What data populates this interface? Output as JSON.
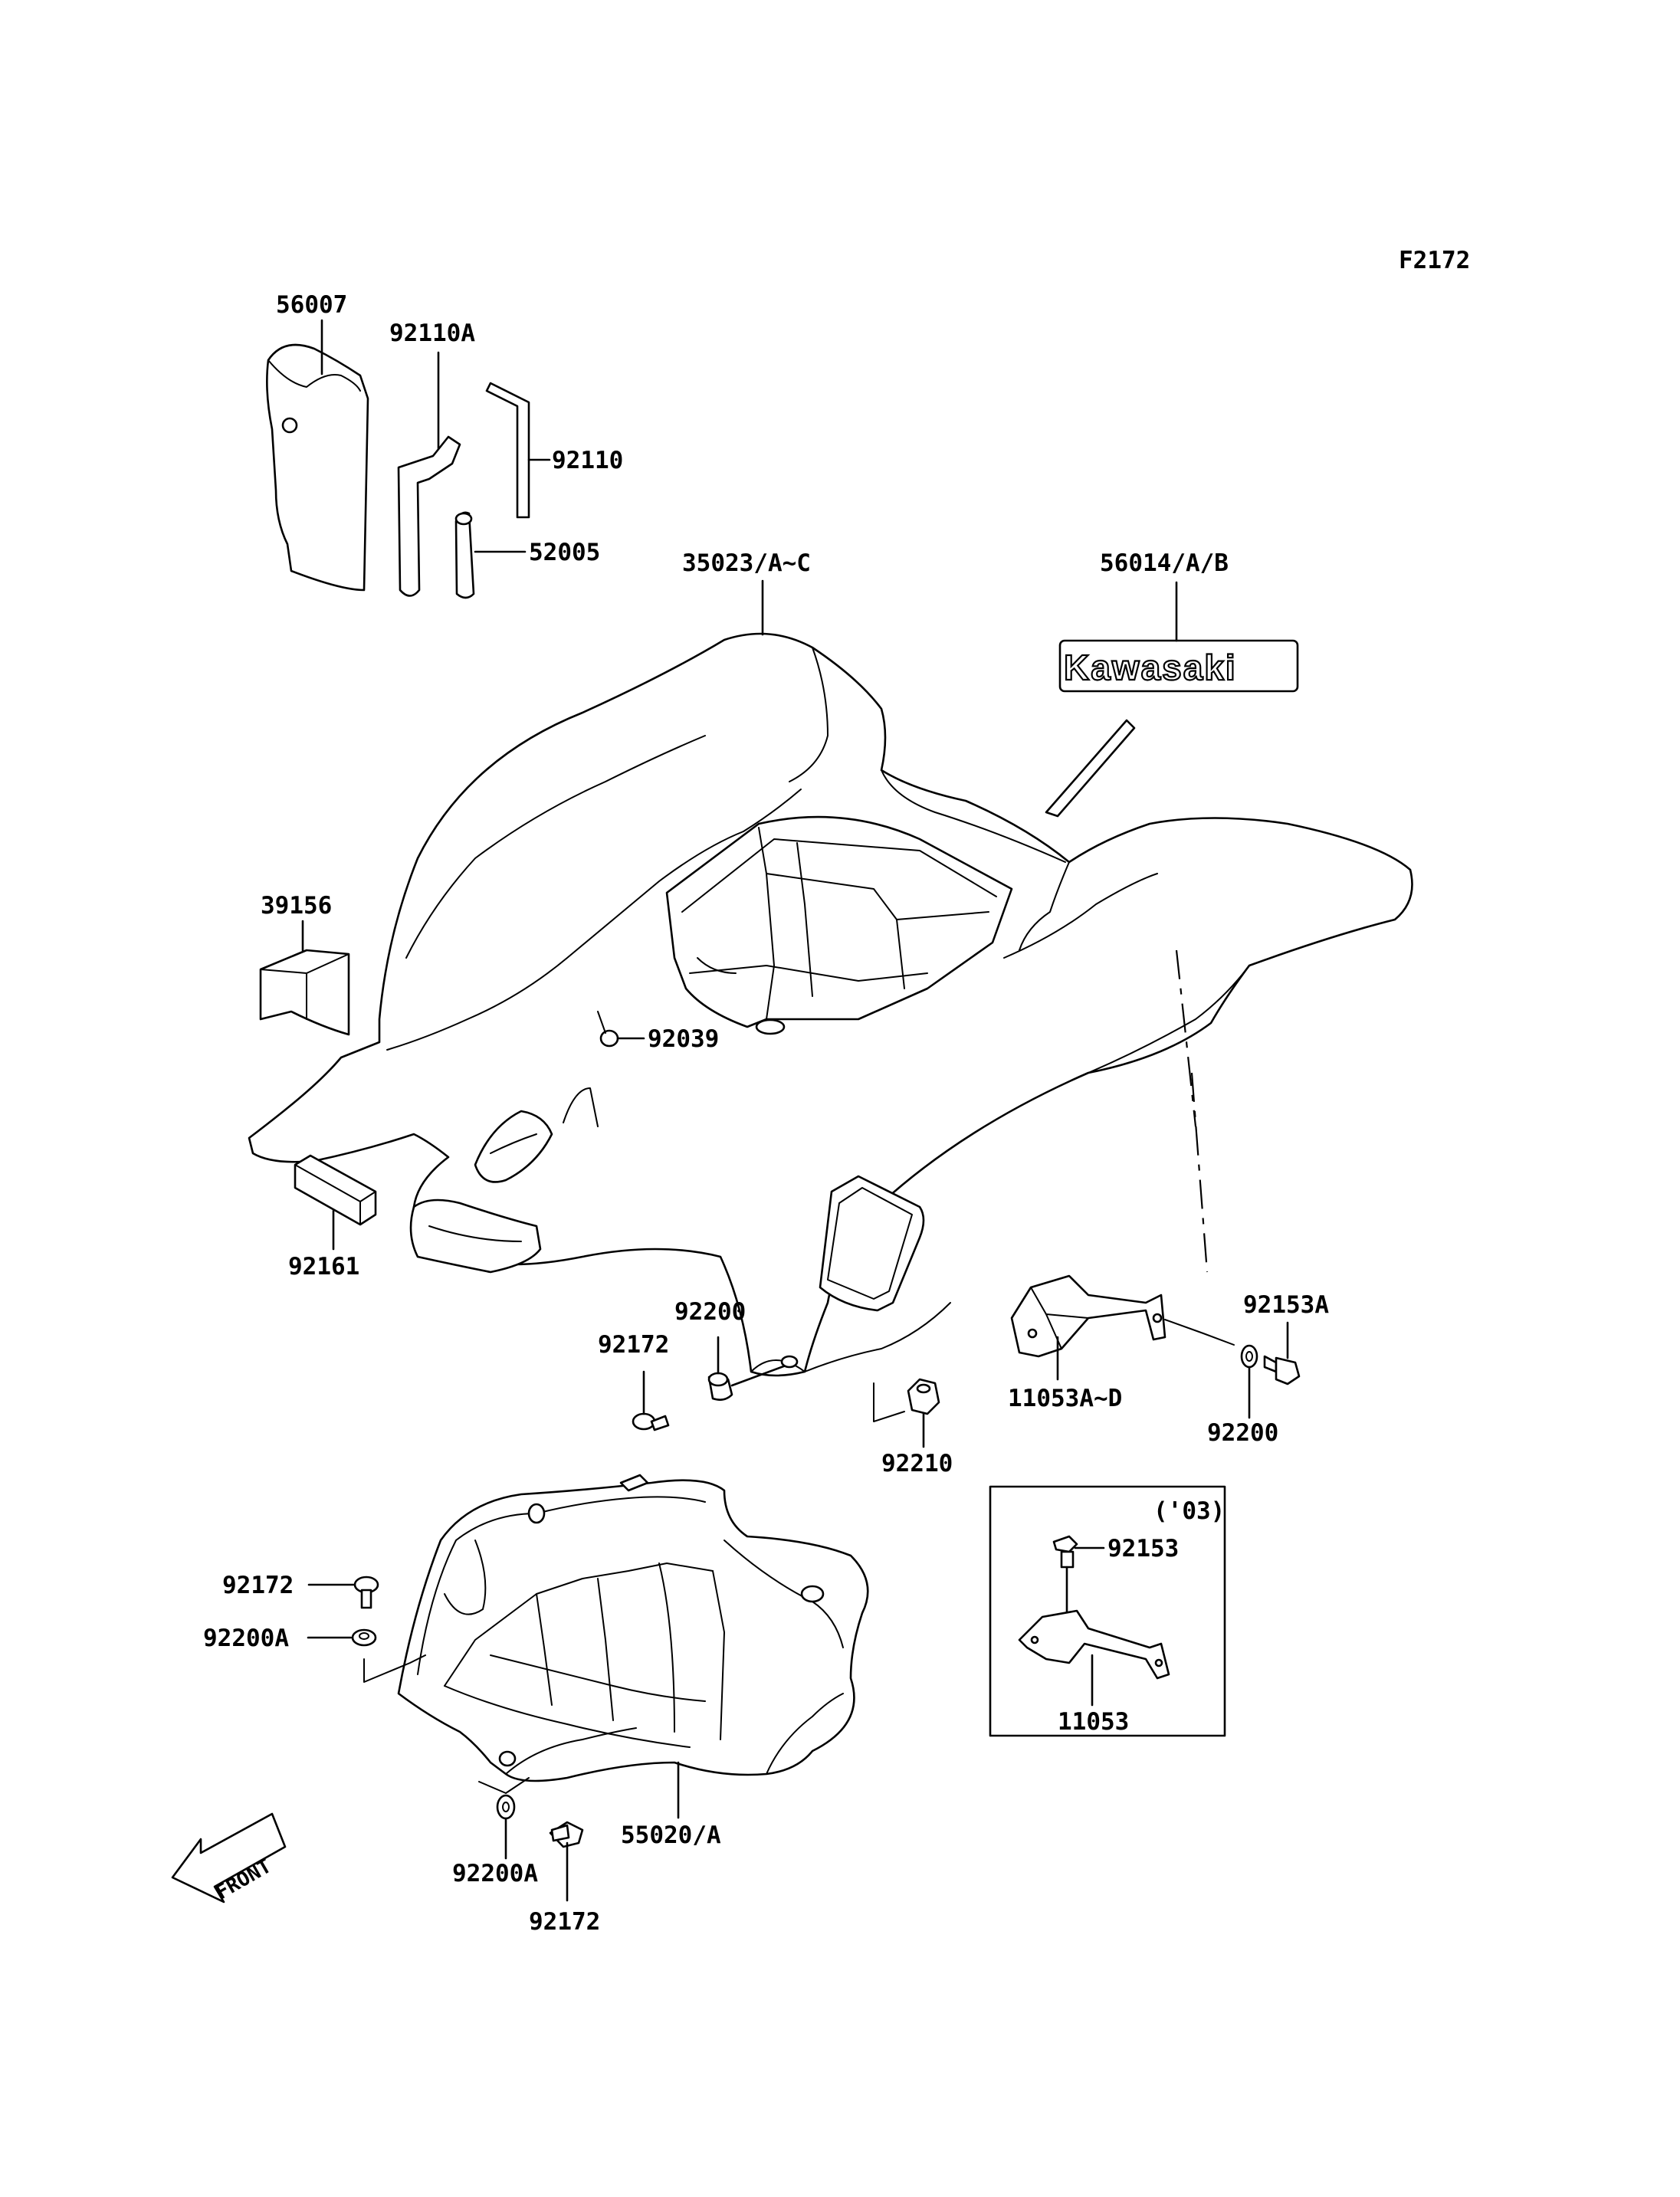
{
  "figure_code": "F2172",
  "inset_label": "('03)",
  "logo_text": "Kawasaki",
  "front_label": "FRONT",
  "parts": {
    "p56007": "56007",
    "p92110A": "92110A",
    "p92110": "92110",
    "p52005": "52005",
    "p35023": "35023/A~C",
    "p56014": "56014/A/B",
    "p39156": "39156",
    "p92039": "92039",
    "p92161": "92161",
    "p92200_mid": "92200",
    "p92172_mid": "92172",
    "p92210": "92210",
    "p11053AD": "11053A~D",
    "p92153A": "92153A",
    "p92200_right": "92200",
    "p92153": "92153",
    "p11053": "11053",
    "p92172_left": "92172",
    "p92200A_left": "92200A",
    "p55020": "55020/A",
    "p92200A_bottom": "92200A",
    "p92172_bottom": "92172"
  }
}
